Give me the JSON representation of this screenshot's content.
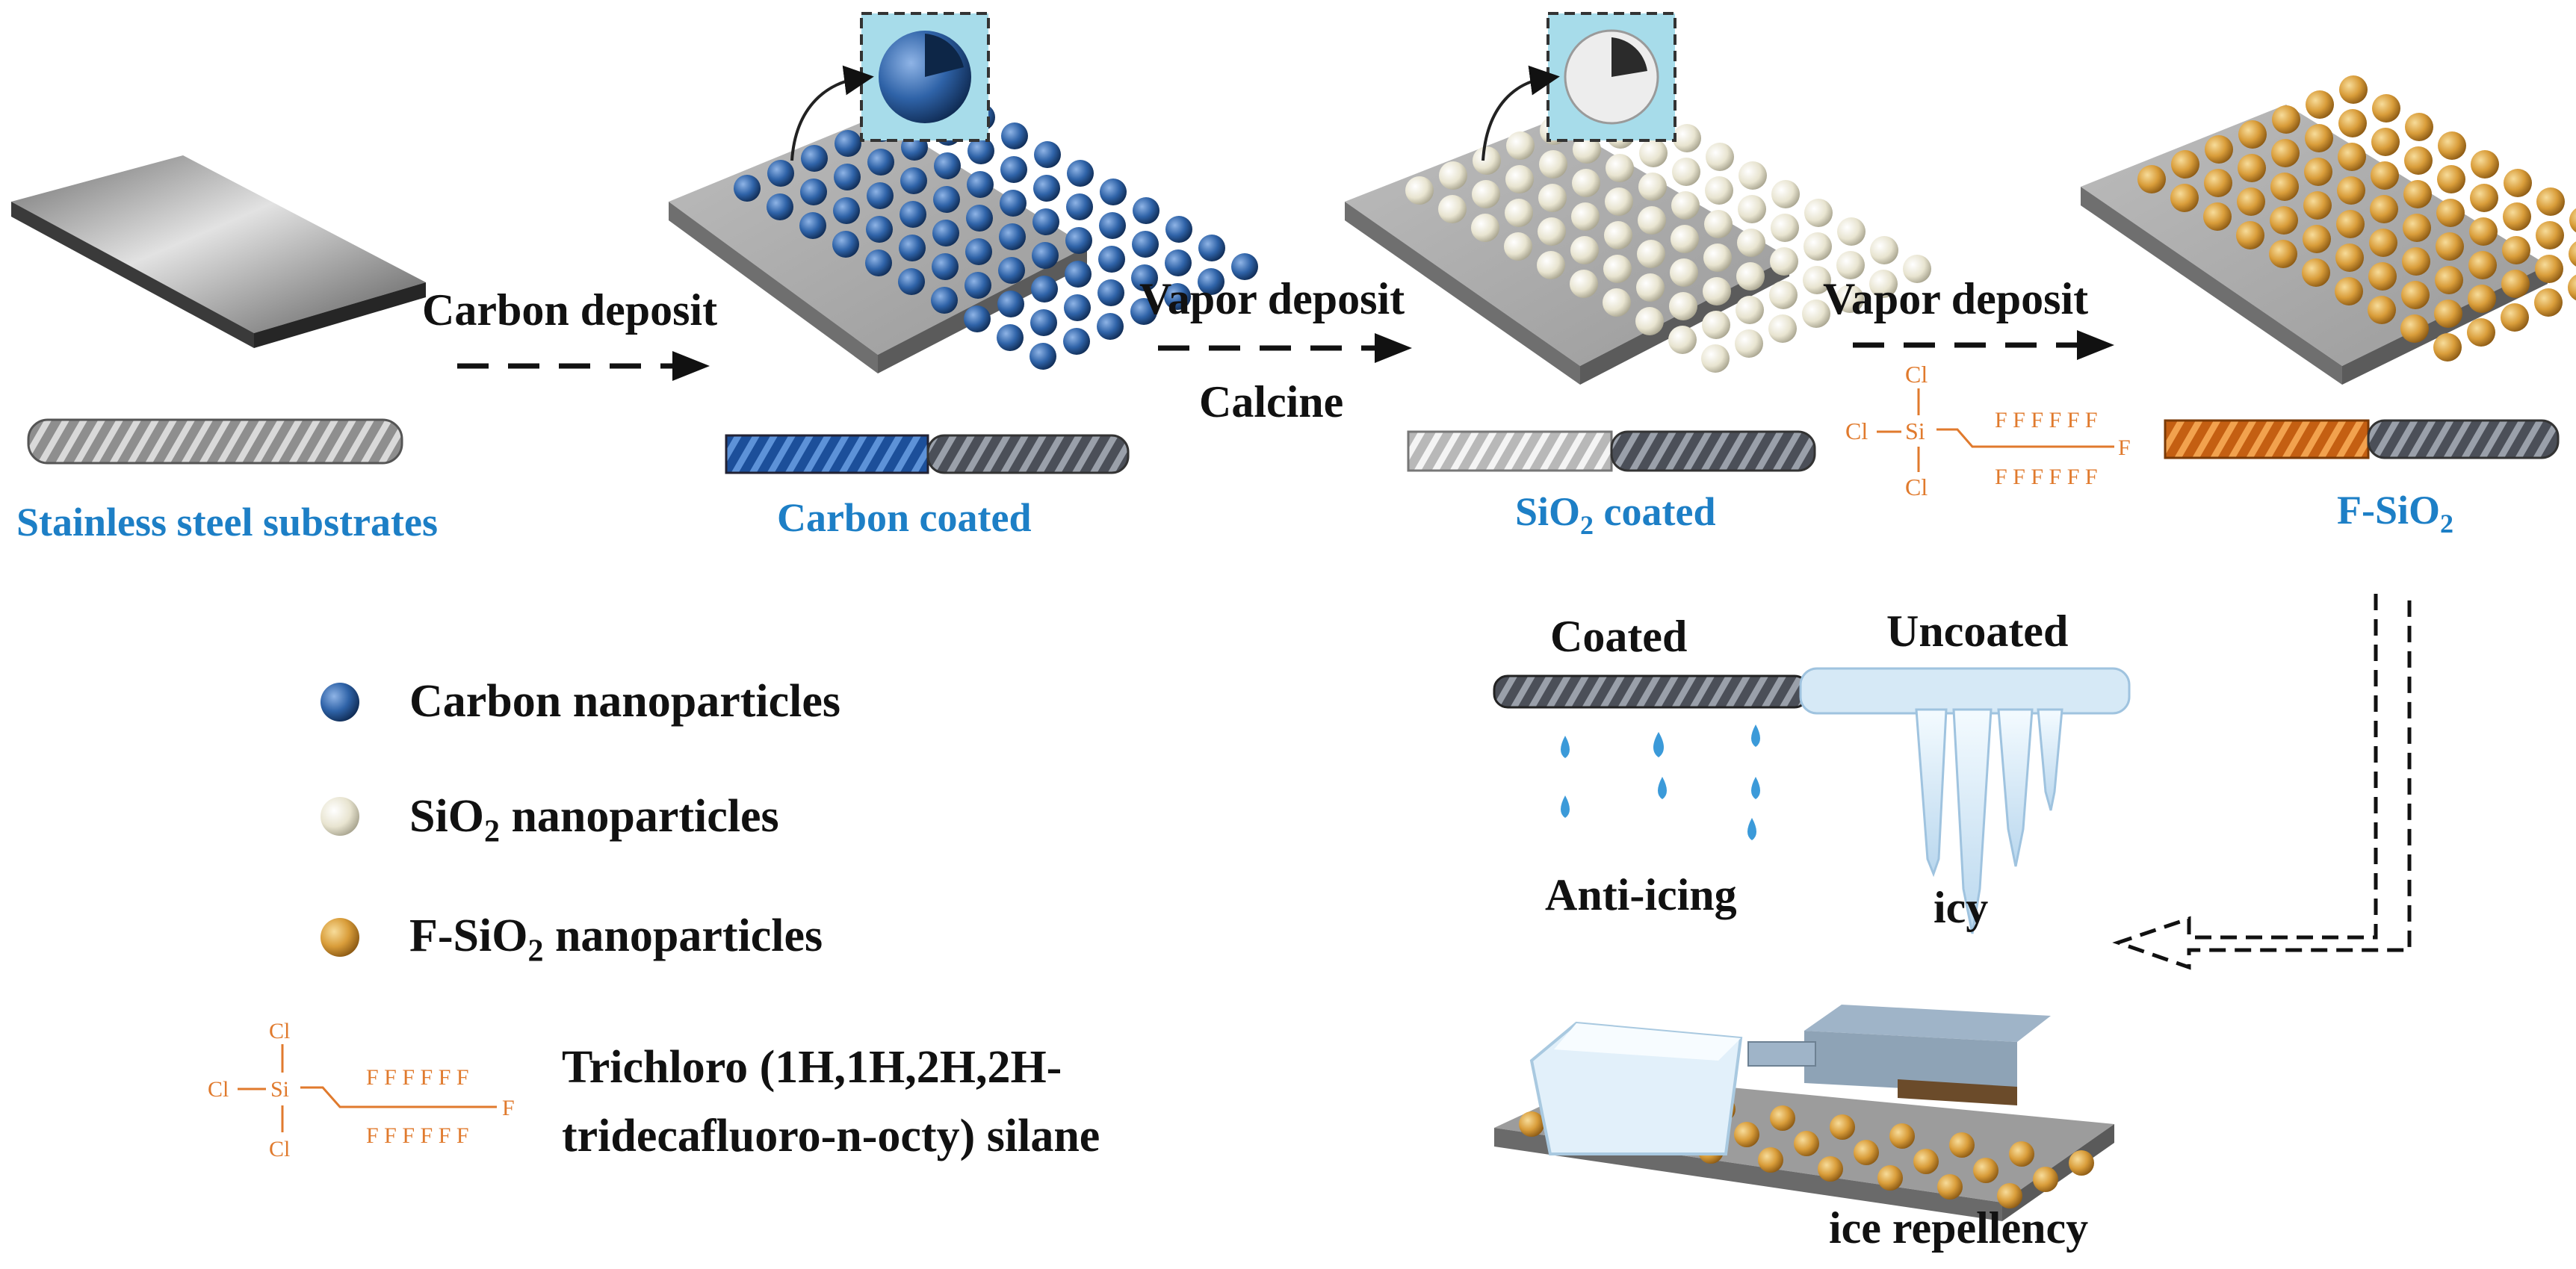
{
  "colors": {
    "label_blue": "#1d7fc6",
    "carbon": "#2f63a8",
    "sio2": "#ece8d6",
    "fsio2": "#d99d3a",
    "plate": "#a9a9a9",
    "ice": "#d4e8f7",
    "chem_orange": "#e07a2d"
  },
  "stages": {
    "substrate_label": "Stainless steel substrates",
    "carbon_label": "Carbon coated",
    "sio2_label_main": "SiO",
    "sio2_label_sub": "2",
    "sio2_label_tail": " coated",
    "fsio2_label_main": "F-SiO",
    "fsio2_label_sub": "2"
  },
  "steps": {
    "step1": "Carbon deposit",
    "step2_top": "Vapor deposit",
    "step2_bottom": "Calcine",
    "step3": "Vapor deposit"
  },
  "legend": {
    "carbon": "Carbon nanoparticles",
    "sio2_main": "SiO",
    "sio2_sub": "2",
    "sio2_tail": " nanoparticles",
    "fsio2_main": "F-SiO",
    "fsio2_sub": "2",
    "fsio2_tail": " nanoparticles",
    "silane_line1": "Trichloro (1H,1H,2H,2H-",
    "silane_line2": "tridecafluoro-n-octy) silane"
  },
  "silane": {
    "cl": "Cl",
    "si": "Si",
    "f_row": "F F F F F F",
    "f_end": "F"
  },
  "icing": {
    "coated": "Coated",
    "uncoated": "Uncoated",
    "anti_icing": "Anti-icing",
    "icy": "icy",
    "ice_repellency": "ice repellency"
  }
}
